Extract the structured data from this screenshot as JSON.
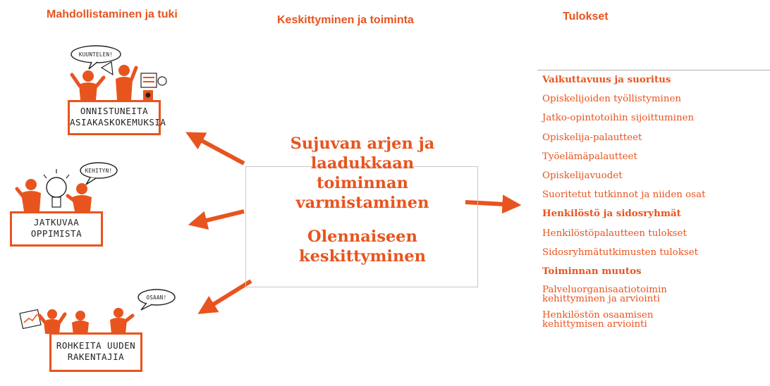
{
  "headers": {
    "enablement": "Mahdollistaminen ja tuki",
    "focus": "Keskittyminen ja toiminta",
    "results": "Tulokset"
  },
  "tiles": [
    {
      "bubble": "KUUNTELEN!",
      "sign_lines": [
        "ONNISTUNEITA",
        "ASIAKASKOKEMUKSIA"
      ]
    },
    {
      "bubble": "KEHITYN!",
      "sign_lines": [
        "JATKUVAA",
        "OPPIMISTA"
      ]
    },
    {
      "bubble": "OSAAN!",
      "sign_lines": [
        "ROHKEITA UUDEN",
        "RAKENTAJIA"
      ]
    }
  ],
  "center": {
    "lines": [
      "Sujuvan arjen ja",
      "laadukkaan",
      "toiminnan",
      "varmistaminen"
    ],
    "lines2": [
      "Olennaiseen",
      "keskittyminen"
    ]
  },
  "results": [
    {
      "text": "Vaikuttavuus ja suoritus",
      "heading": true
    },
    {
      "text": "Opiskelijoiden työllistyminen",
      "heading": false
    },
    {
      "text": "Jatko-opintotoihin sijoittuminen",
      "heading": false
    },
    {
      "text": "Opiskelija-palautteet",
      "heading": false
    },
    {
      "text": "Työelämäpalautteet",
      "heading": false
    },
    {
      "text": "Opiskelijavuodet",
      "heading": false
    },
    {
      "text": "Suoritetut tutkinnot ja niiden osat",
      "heading": false
    },
    {
      "text": "Henkilöstö ja sidosryhmät",
      "heading": true
    },
    {
      "text": "Henkilöstöpalautteen tulokset",
      "heading": false
    },
    {
      "text": "Sidosryhmätutkimusten tulokset",
      "heading": false
    },
    {
      "text": "Toiminnan muutos",
      "heading": true
    },
    {
      "lines": [
        "Palveluorganisaatiotoimin",
        "kehittyminen ja arviointi"
      ],
      "heading": false
    },
    {
      "lines": [
        "Henkilöstön osaamisen",
        "kehittymisen arviointi"
      ],
      "heading": false
    }
  ],
  "colors": {
    "accent": "#e8541e",
    "ink": "#222222",
    "frame": "#c8c8c8"
  }
}
